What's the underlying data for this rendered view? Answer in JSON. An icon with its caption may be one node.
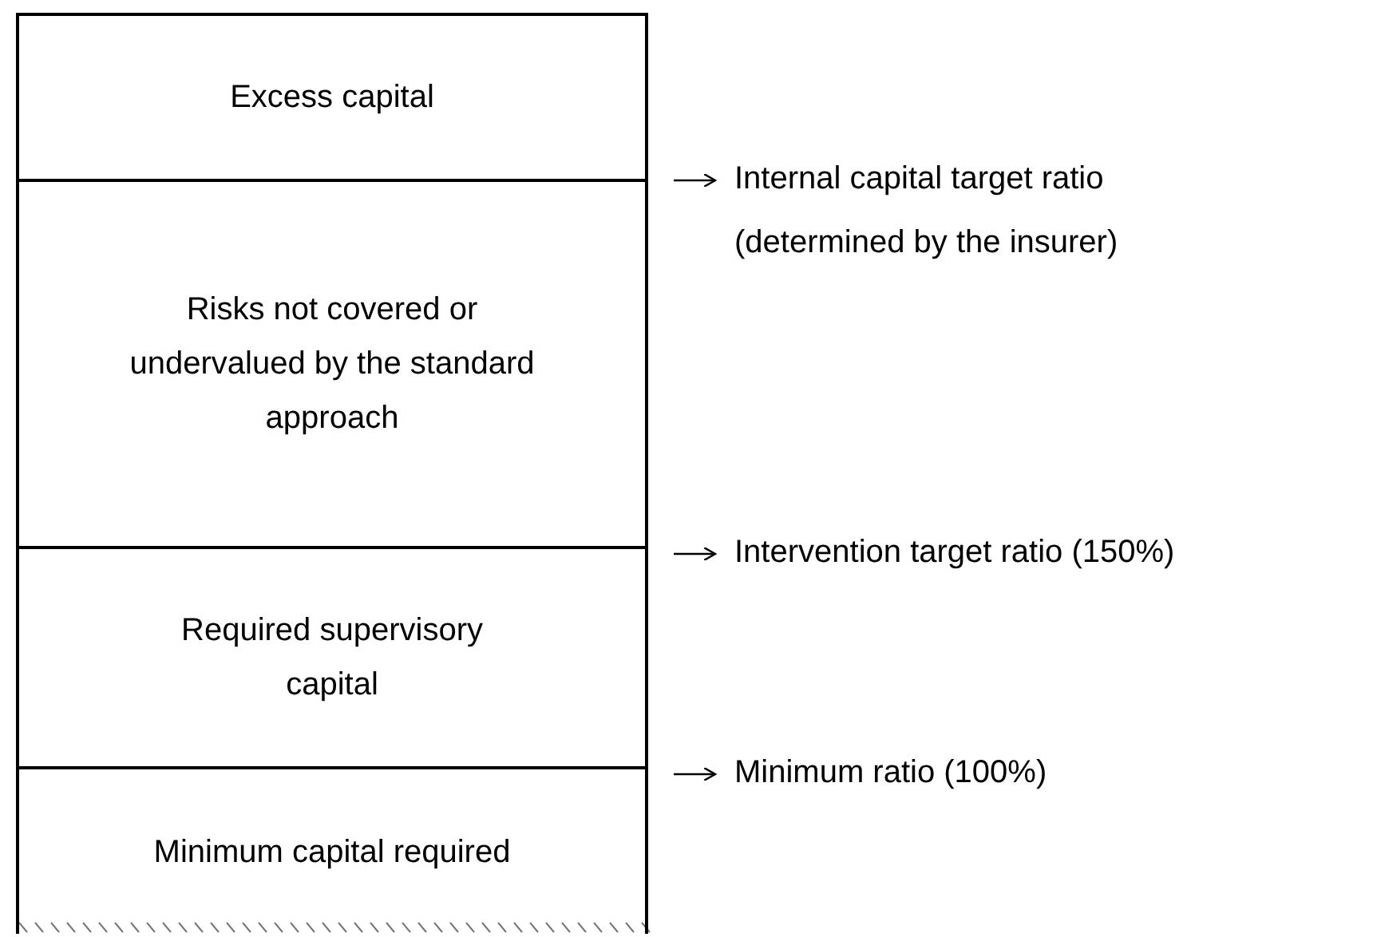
{
  "diagram": {
    "nodes": [
      {
        "text": [
          "Excess capital"
        ]
      },
      {
        "text": [
          "Risks not covered or undervalued by the standard approach"
        ]
      },
      {
        "text": [
          "Required supervisory capital"
        ]
      },
      {
        "text": [
          "Minimum capital required"
        ]
      }
    ],
    "labels": [
      "Internal capital target ratio (determined by the insurer)",
      "Intervention target ratio (150%)",
      "Minimum ratio (100%)"
    ]
  }
}
